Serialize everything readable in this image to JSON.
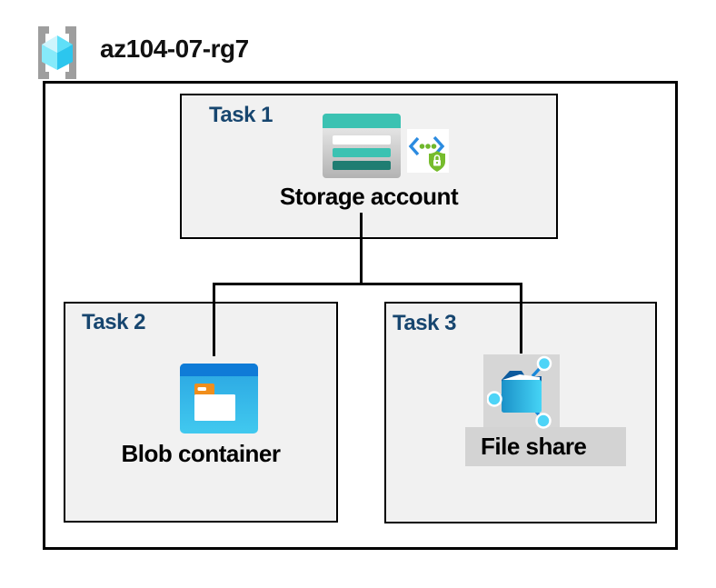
{
  "header": {
    "resource_group_name": "az104-07-rg7",
    "icon": "resource-group-icon"
  },
  "tasks": [
    {
      "label": "Task 1",
      "item": "Storage account",
      "icons": [
        "storage-account-icon",
        "sas-lock-icon"
      ]
    },
    {
      "label": "Task 2",
      "item": "Blob container",
      "icons": [
        "blob-container-icon"
      ]
    },
    {
      "label": "Task 3",
      "item": "File share",
      "icons": [
        "file-share-icon"
      ],
      "highlighted": true
    }
  ],
  "connections": [
    {
      "from": "Storage account",
      "to": "Blob container"
    },
    {
      "from": "Storage account",
      "to": "File share"
    }
  ],
  "colors": {
    "task_label": "#17466f",
    "box_fill": "#f1f1f1",
    "border": "#000000",
    "storage_teal": "#3bc2b2",
    "storage_dark_teal": "#1f7d72",
    "blob_bar_blue": "#0f7bd7",
    "blob_body_top": "#2aa5e2",
    "blob_body_bottom": "#41c9ef",
    "folder_tab_orange": "#f08e1c",
    "sas_bracket_blue": "#2b8be0",
    "sas_green": "#76bc2d",
    "fileshare_flap": "#0c5a9d",
    "fileshare_body_left": "#1b91c8",
    "fileshare_body_right": "#45d4f6",
    "fileshare_node": "#4ed4f7",
    "fileshare_link": "#1988d9",
    "highlight_gray": "#d6d6d6",
    "rg_bracket_gray": "#9e9e9e"
  }
}
